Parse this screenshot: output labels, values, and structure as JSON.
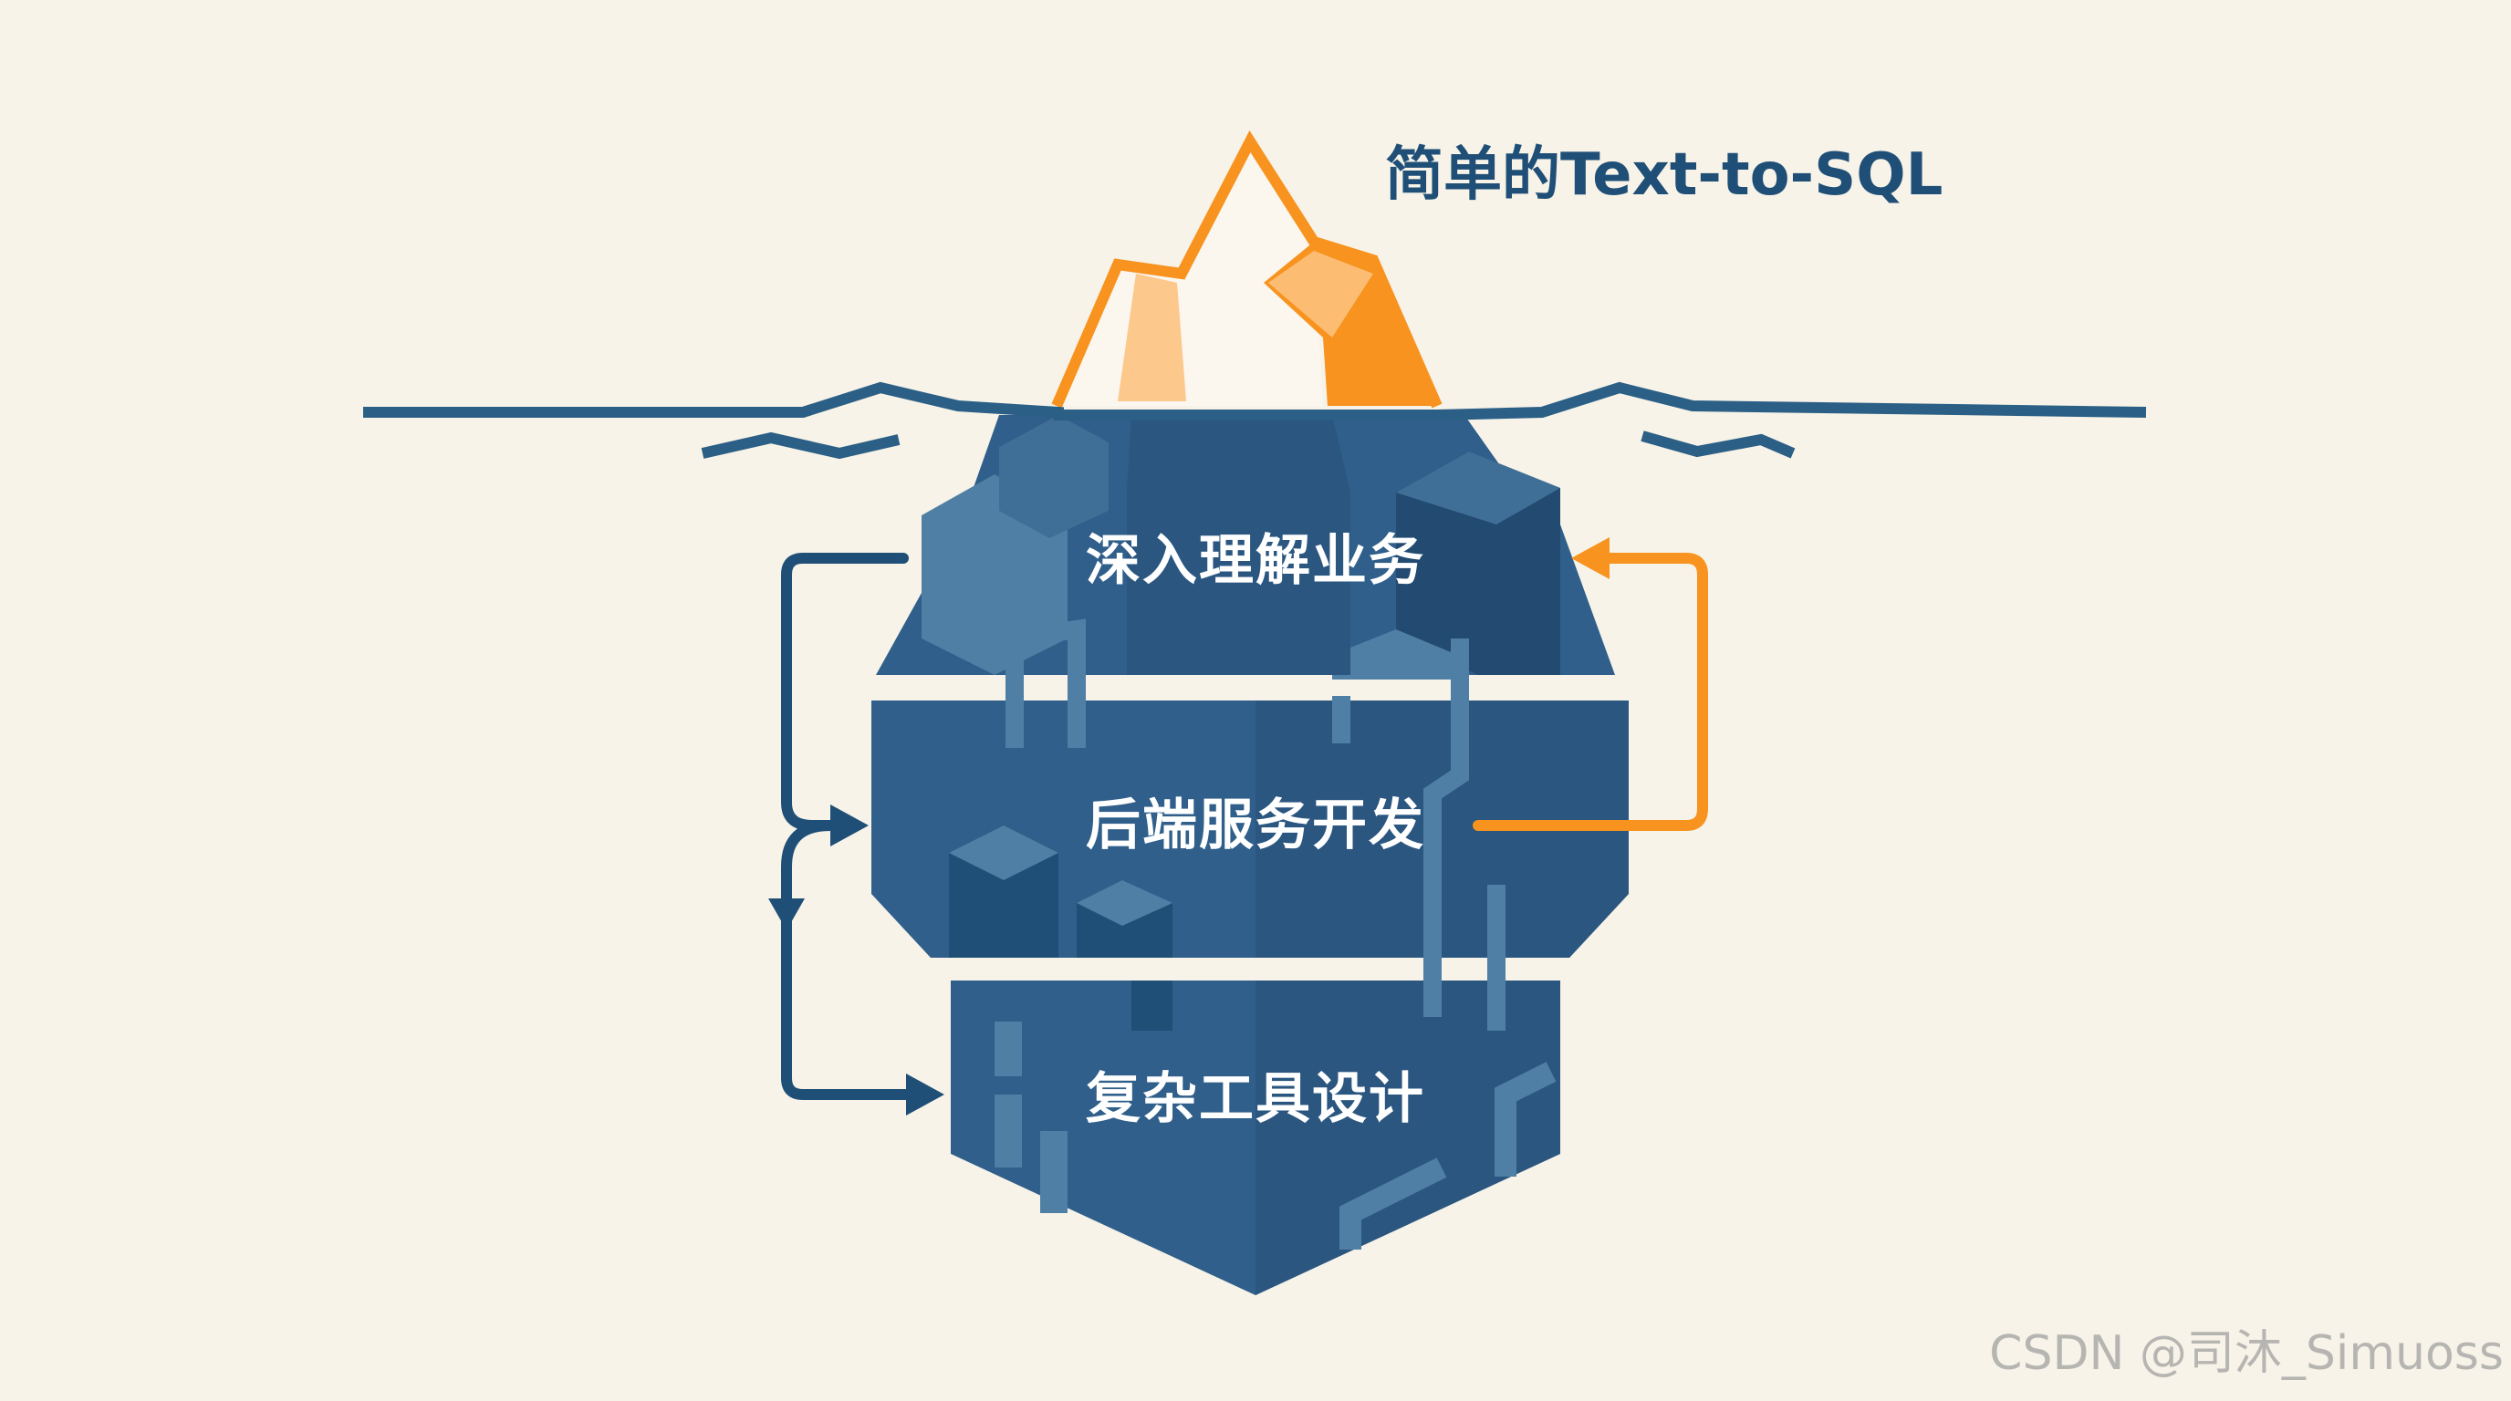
{
  "title": "简单的Text-to-SQL",
  "layers": [
    {
      "label": "深入理解业务"
    },
    {
      "label": "后端服务开发"
    },
    {
      "label": "复杂工具设计"
    }
  ],
  "watermark": "CSDN @司沐_Simuoss",
  "colors": {
    "background": "#f7f3e8",
    "navy": "#1f4f77",
    "navy_dark": "#163a5a",
    "steel": "#2f5f8a",
    "steel_light": "#4f7fa5",
    "orange": "#f7931e",
    "orange_light": "#fcbd72"
  }
}
